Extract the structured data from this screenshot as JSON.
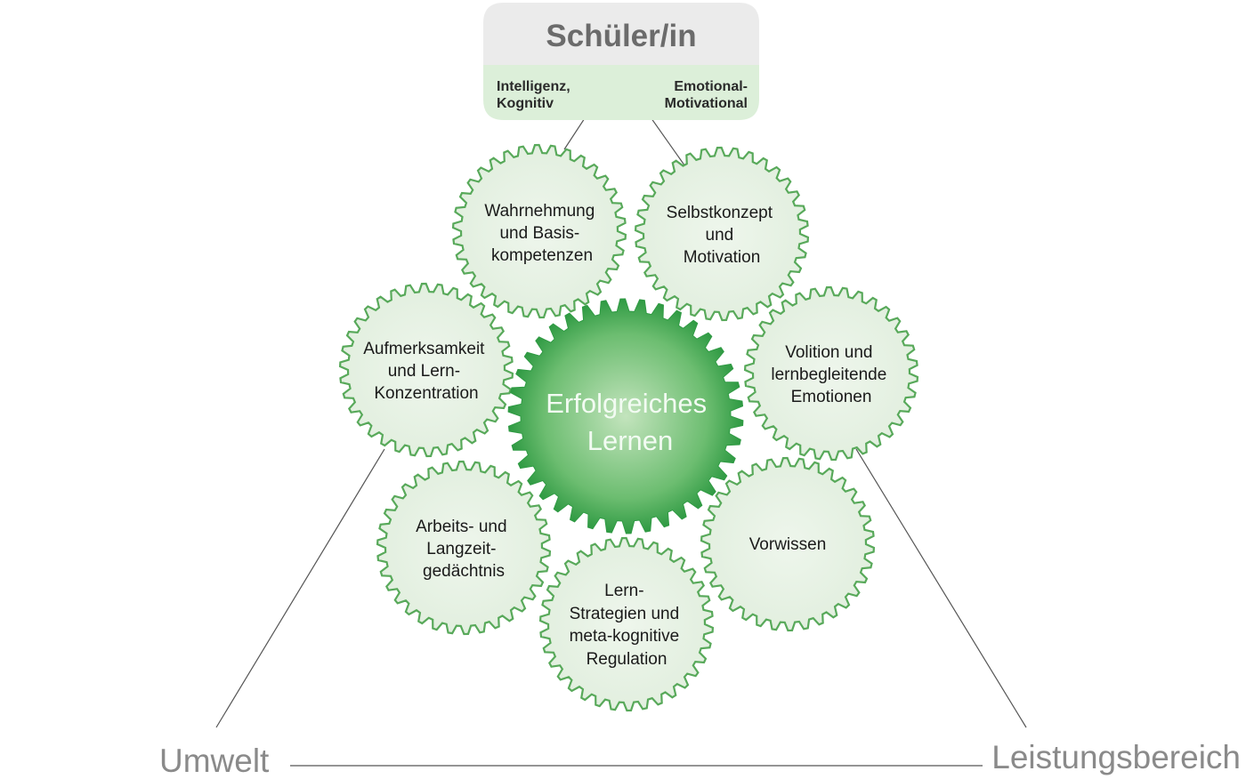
{
  "student_box": {
    "title": "Schüler/in",
    "left_lines": [
      "Intelligenz,",
      "Kognitiv"
    ],
    "right_lines": [
      "Emotional-",
      "Motivational"
    ]
  },
  "center_gear": {
    "lines": [
      "Erfolgreiches",
      "Lernen"
    ]
  },
  "outer_gears": [
    {
      "id": "wahrnehmung",
      "lines": [
        "Wahrnehmung",
        "und Basis-",
        "kompetenzen"
      ]
    },
    {
      "id": "selbstkonzept",
      "lines": [
        "Selbstkonzept",
        "und",
        "Motivation"
      ]
    },
    {
      "id": "volition",
      "lines": [
        "Volition und",
        "lernbegleitende",
        "Emotionen"
      ]
    },
    {
      "id": "vorwissen",
      "lines": [
        "Vorwissen"
      ]
    },
    {
      "id": "lernstrategien",
      "lines": [
        "Lern-",
        "Strategien und",
        "meta-kognitive",
        "Regulation"
      ]
    },
    {
      "id": "gedaechtnis",
      "lines": [
        "Arbeits- und",
        "Langzeit-",
        "gedächtnis"
      ]
    },
    {
      "id": "aufmerksamkeit",
      "lines": [
        "Aufmerksamkeit",
        "und Lern-",
        "Konzentration"
      ]
    }
  ],
  "corners": {
    "left": "Umwelt",
    "right": "Leistungsbereich"
  },
  "colors": {
    "gear_outline": "#58a95a",
    "gear_fill": "#e9f3e7",
    "center_dark": "#2f9a43",
    "center_light": "#c3e4bd",
    "box_top": "#e9e9e9",
    "box_bottom": "#dcefd9",
    "lines": "#555555"
  }
}
